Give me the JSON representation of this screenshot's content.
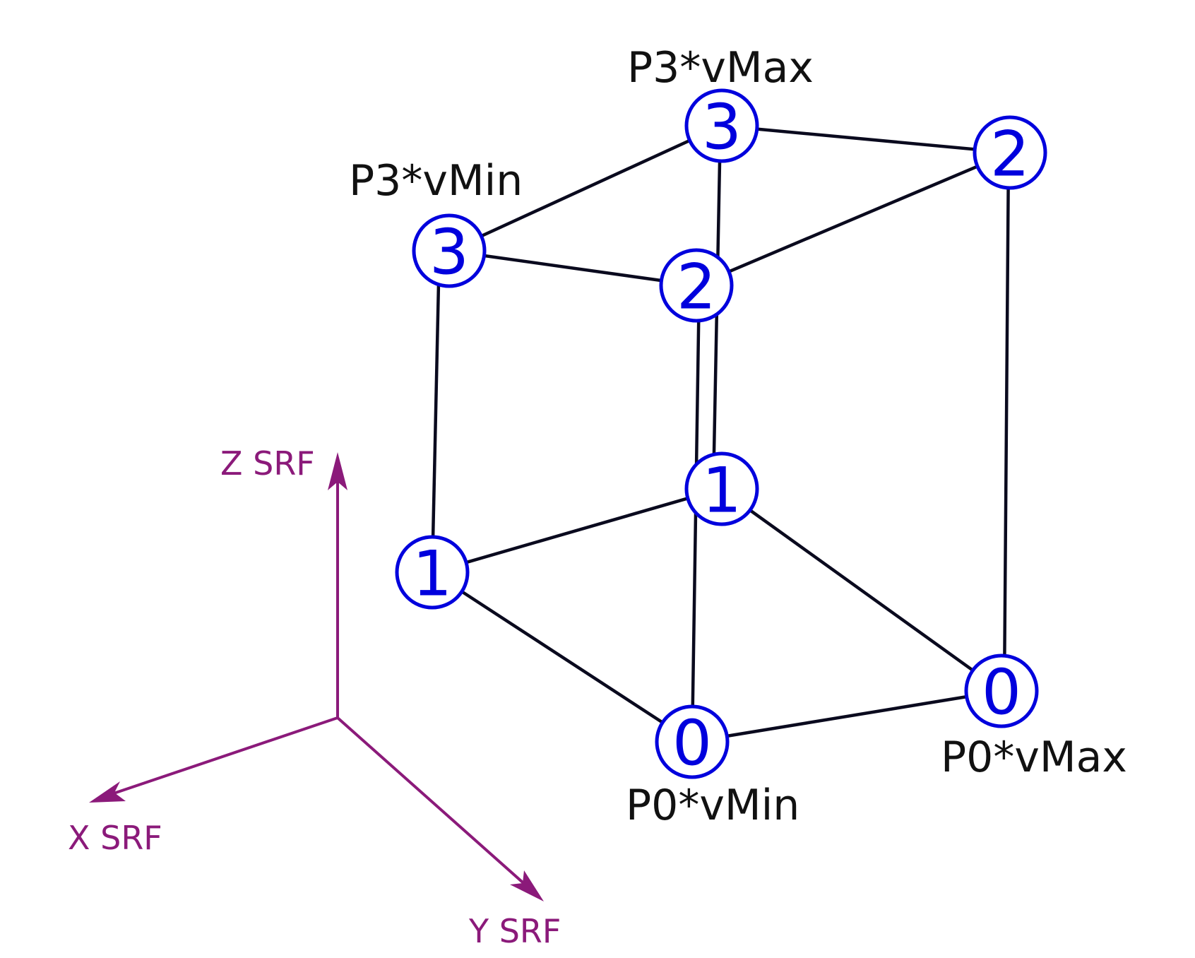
{
  "corner_labels": {
    "p3_vmax": "P3*vMax",
    "p3_vmin": "P3*vMin",
    "p0_vmin": "P0*vMin",
    "p0_vmax": "P0*vMax"
  },
  "axes": {
    "z": "Z SRF",
    "x": "X SRF",
    "y": "Y SRF"
  },
  "nodes": [
    {
      "id": "top-back-3",
      "label": "3"
    },
    {
      "id": "top-right-2",
      "label": "2"
    },
    {
      "id": "top-left-3",
      "label": "3"
    },
    {
      "id": "top-front-2",
      "label": "2"
    },
    {
      "id": "bottom-back-1",
      "label": "1"
    },
    {
      "id": "bottom-left-1",
      "label": "1"
    },
    {
      "id": "bottom-front-0",
      "label": "0"
    },
    {
      "id": "bottom-right-0",
      "label": "0"
    }
  ],
  "colors": {
    "node": "#0000dd",
    "edge": "#0a0a1e",
    "axis": "#8b1a7a"
  }
}
